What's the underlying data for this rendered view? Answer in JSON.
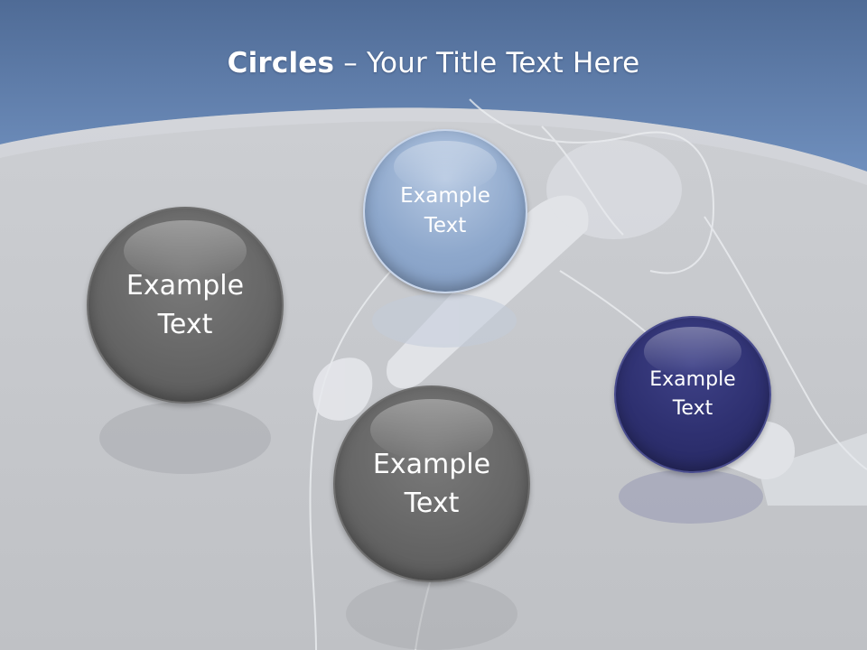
{
  "slide": {
    "title_bold": "Circles",
    "title_rest": " – Your Title Text Here"
  },
  "circles": [
    {
      "label": "Example\nText",
      "color": "#666666"
    },
    {
      "label": "Example\nText",
      "color": "#8ea8cc"
    },
    {
      "label": "Example\nText",
      "color": "#666666"
    },
    {
      "label": "Example\nText",
      "color": "#2e3070"
    }
  ],
  "colors": {
    "banner": "#5d7eaa",
    "background": "#c3c5c9"
  }
}
